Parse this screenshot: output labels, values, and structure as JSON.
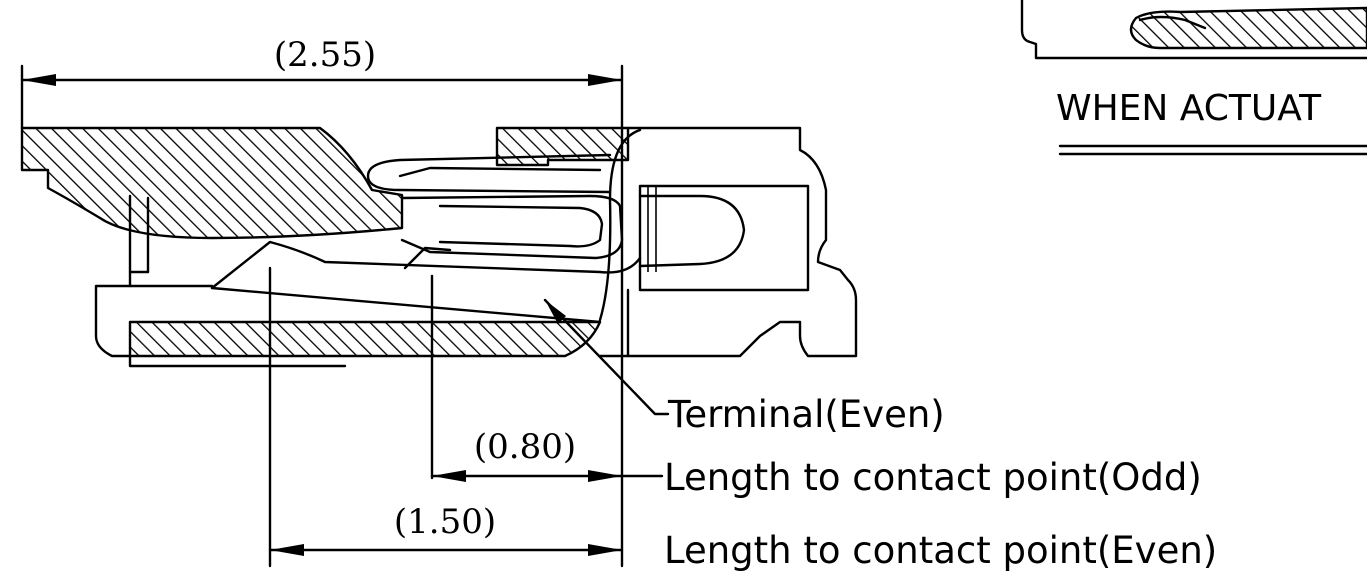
{
  "dimensions": {
    "overall": "(2.55)",
    "odd_contact": "(0.80)",
    "even_contact": "(1.50)"
  },
  "labels": {
    "terminal": "Terminal(Even)",
    "odd_length": "Length to contact point(Odd)",
    "even_length": "Length to contact point(Even)"
  },
  "inset": {
    "caption": "WHEN ACTUAT"
  }
}
